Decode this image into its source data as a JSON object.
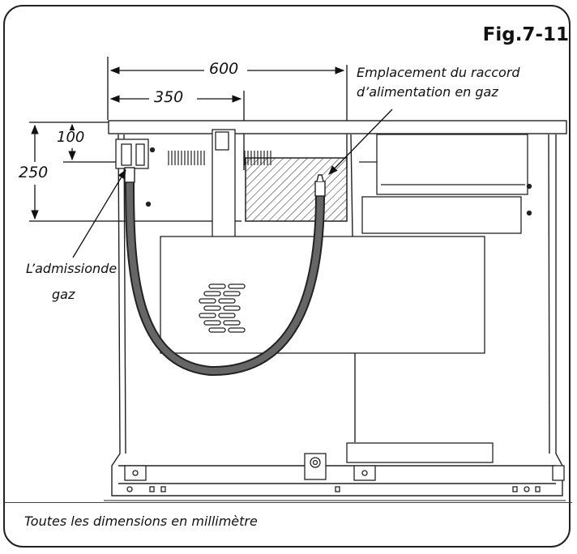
{
  "figure": {
    "title": "Fig.7-11",
    "footer": "Toutes les dimensions en millimètre"
  },
  "dimensions": {
    "d600": "600",
    "d350": "350",
    "d100": "100",
    "d250": "250"
  },
  "callouts": {
    "supply_line1": "Emplacement du raccord",
    "supply_line2": "d’alimentation en gaz",
    "inlet_line1": "L’admissionde",
    "inlet_line2": "gaz"
  },
  "colors": {
    "line": "#222222",
    "hose": "#555555"
  }
}
